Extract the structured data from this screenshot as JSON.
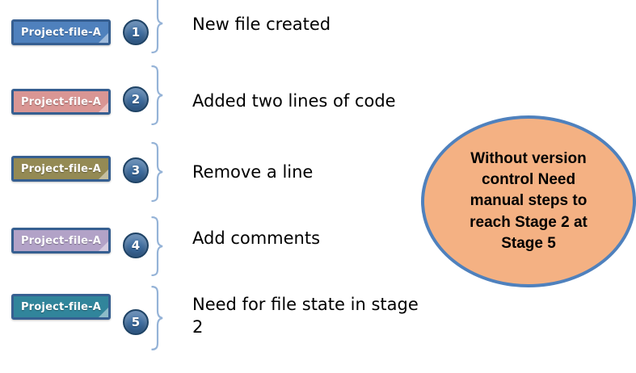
{
  "diagram": {
    "stages": [
      {
        "badge_label": "Project-file-A",
        "badge_fill": "#4F81BD",
        "number": "1",
        "description": "New file created"
      },
      {
        "badge_label": "Project-file-A",
        "badge_fill": "#D99694",
        "number": "2",
        "description": "Added two lines of code"
      },
      {
        "badge_label": "Project-file-A",
        "badge_fill": "#948A54",
        "number": "3",
        "description": "Remove a line"
      },
      {
        "badge_label": "Project-file-A",
        "badge_fill": "#B2A2C7",
        "number": "4",
        "description": "Add comments"
      },
      {
        "badge_label": "Project-file-A",
        "badge_fill": "#31859B",
        "number": "5",
        "description": "Need for file state in stage 2"
      }
    ],
    "callout": {
      "text": "Without version control Need manual steps to reach Stage 2 at Stage 5",
      "fill": "#F4B183",
      "border_color": "#4F81BD"
    },
    "colors": {
      "badge_border": "#365F91",
      "badge_text": "#FFFFFF",
      "circle_fill": "#3A6A9E",
      "circle_border": "#1F4365",
      "circle_text": "#FFFFFF",
      "brace": "#95B3D7",
      "description_text": "#000000"
    },
    "icons": {
      "brace": "right-curly-brace",
      "badge_shape": "folded-corner-rectangle"
    }
  }
}
